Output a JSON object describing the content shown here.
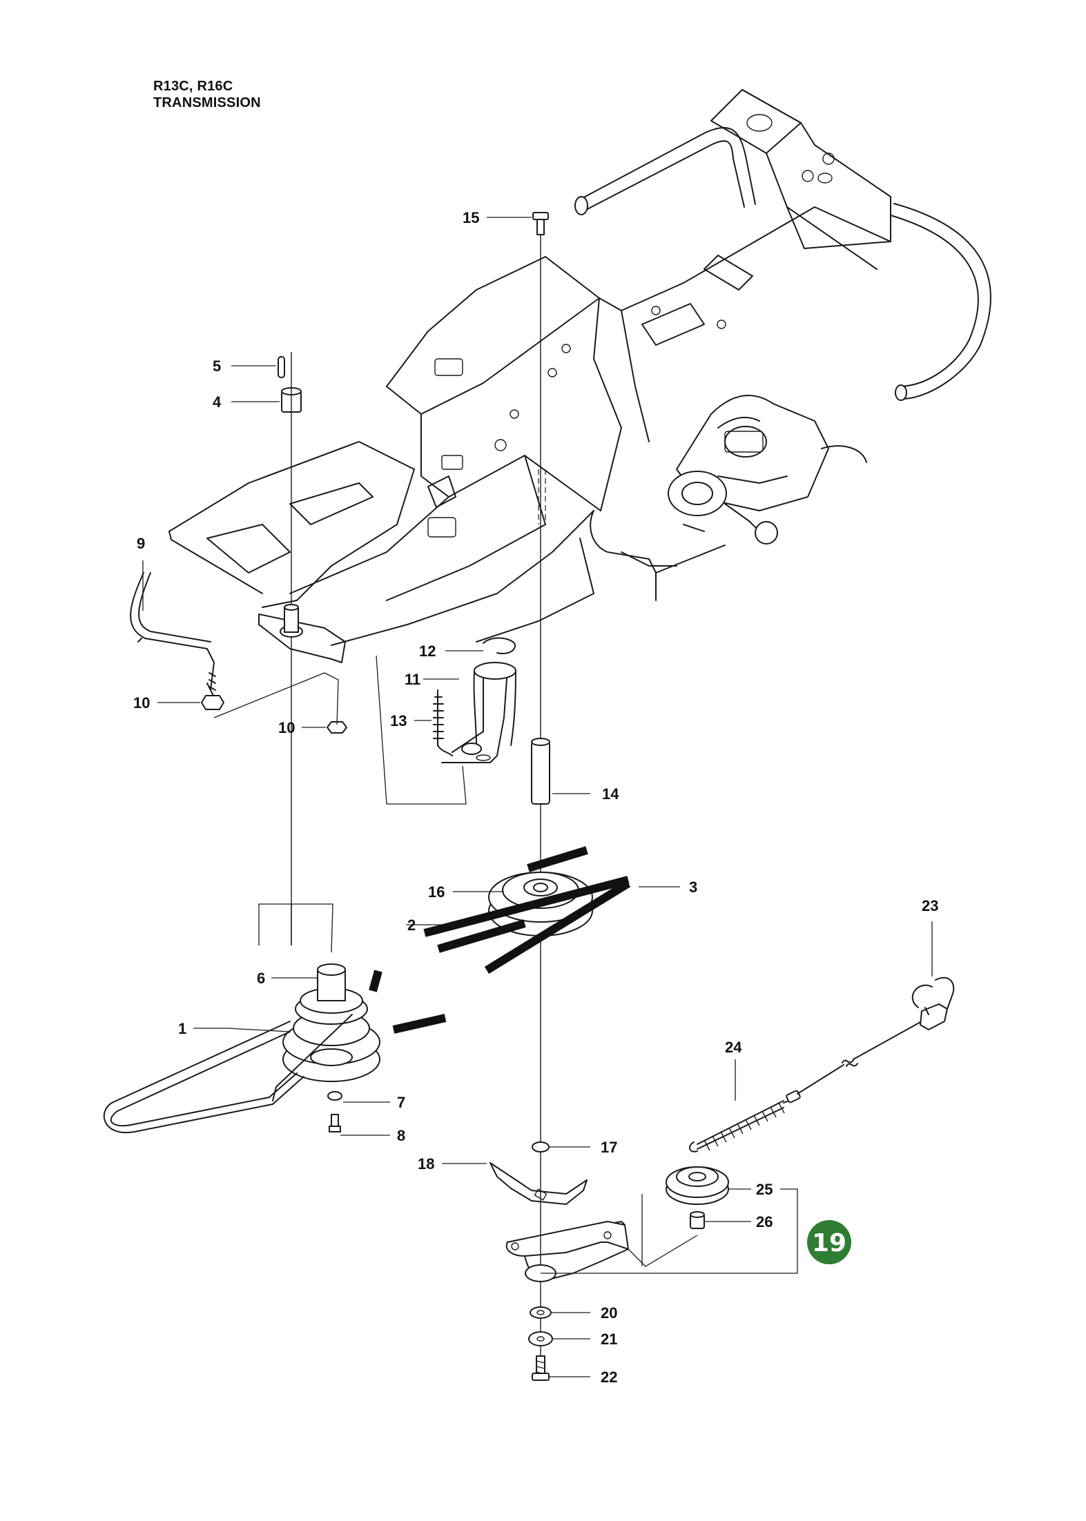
{
  "header": {
    "models": "R13C, R16C",
    "section": "TRANSMISSION"
  },
  "callouts": [
    "1",
    "2",
    "3",
    "4",
    "5",
    "6",
    "7",
    "8",
    "9",
    "10",
    "10",
    "11",
    "12",
    "13",
    "14",
    "15",
    "16",
    "17",
    "18",
    "20",
    "21",
    "22",
    "23",
    "24",
    "25",
    "26"
  ],
  "assembly_badge": {
    "label": "19",
    "color": "#2e7d32"
  }
}
